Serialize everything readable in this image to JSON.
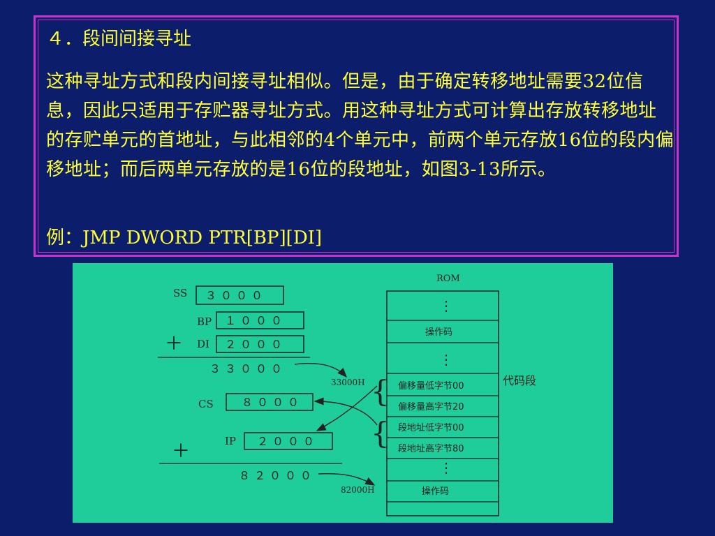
{
  "slide": {
    "heading": "４．段间间接寻址",
    "paragraph": "这种寻址方式和段内间接寻址相似。但是，由于确定转移地址需要32位信息，因此只适用于存贮器寻址方式。用这种寻址方式可计算出存放转移地址的存贮单元的首地址，与此相邻的4个单元中，前两个单元存放16位的段内偏移地址；而后两单元存放的是16位的段地址，如图3-13所示。",
    "example": "例：JMP  DWORD PTR[BP][DI]"
  },
  "diagram": {
    "ss_label": "SS",
    "ss_value": "３０００",
    "bp_label": "BP",
    "bp_value": "１０００",
    "di_label": "DI",
    "di_value": "２０００",
    "plus1": "＋",
    "sum1": "３３０００",
    "cs_label": "CS",
    "cs_value": "８０００",
    "ip_label": "IP",
    "ip_value": "２０００",
    "plus2": "＋",
    "sum2": "８２０００",
    "addr1": "33000H",
    "addr2": "82000H",
    "rom_label": "ROM",
    "code_segment_label": "代码段",
    "dots": "⋮",
    "mem_opcode_top": "操作码",
    "mem_offset_low": "偏移量低字节00",
    "mem_offset_high": "偏移量高字节20",
    "mem_seg_low": "段地址低字节00",
    "mem_seg_high": "段地址高字节80",
    "mem_opcode_bottom": "操作码"
  }
}
